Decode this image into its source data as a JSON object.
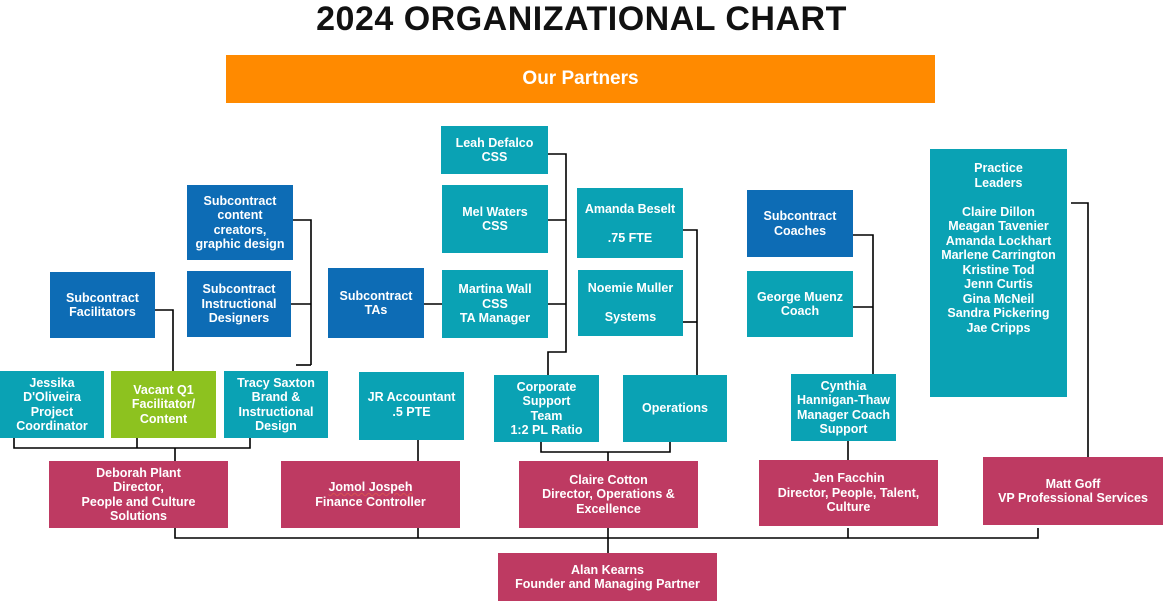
{
  "title": "2024 ORGANIZATIONAL CHART",
  "banner": "Our Partners",
  "colors": {
    "orange": "#FF8A00",
    "teal": "#0AA2B4",
    "blue": "#0D6CB5",
    "green": "#8DC21F",
    "maroon": "#BE3A62",
    "line": "#000000"
  },
  "boxes": {
    "leah": "Leah Defalco\nCSS",
    "mel": "Mel Waters\nCSS",
    "martina": "Martina Wall\nCSS\nTA Manager",
    "sub_tas": "Subcontract\nTAs",
    "amanda_b": "Amanda Beselt\n\n.75 FTE",
    "noemie": "Noemie Muller\n\nSystems",
    "sub_content": "Subcontract\ncontent\ncreators,\ngraphic design",
    "sub_instr": "Subcontract\nInstructional\nDesigners",
    "sub_fac": "Subcontract\nFacilitators",
    "sub_coaches": "Subcontract\nCoaches",
    "george": "George  Muenz\nCoach",
    "practice": "Practice\nLeaders\n\nClaire Dillon\nMeagan Tavenier\nAmanda Lockhart\nMarlene Carrington\nKristine Tod\nJenn Curtis\nGina McNeil\nSandra Pickering\nJae Cripps",
    "jessika": "Jessika\nD'Oliveira\nProject\nCoordinator",
    "vacant": "Vacant Q1\nFacilitator/\nContent",
    "tracy": "Tracy Saxton\nBrand &\nInstructional\nDesign",
    "jr_acc": "JR Accountant\n.5 PTE",
    "corp": "Corporate\nSupport\nTeam\n1:2 PL Ratio",
    "ops": "Operations",
    "cynthia": "Cynthia\nHannigan-Thaw\nManager Coach\nSupport",
    "deborah": "Deborah Plant\nDirector,\nPeople and Culture\nSolutions",
    "jomol_name": "Jomol Jospeh",
    "jomol_title": "Finance Controller",
    "claire_c": "Claire Cotton\nDirector, Operations &\nExcellence",
    "jen": "Jen Facchin\nDirector, People, Talent,\nCulture",
    "matt": "Matt Goff\nVP Professional Services",
    "alan": "Alan Kearns\nFounder and Managing Partner"
  }
}
